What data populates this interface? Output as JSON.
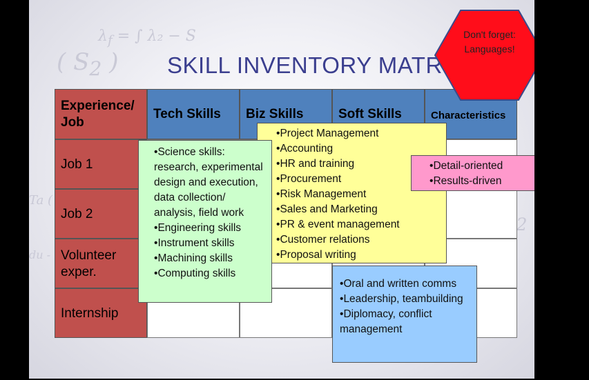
{
  "title": "SKILL INVENTORY MATRIX",
  "matrix": {
    "corner_header": "Experience/ Job",
    "column_headers": [
      "Tech Skills",
      "Biz Skills",
      "Soft Skills",
      "Characteristics"
    ],
    "row_labels": [
      "Job 1",
      "Job 2",
      "Volunteer exper.",
      "Internship"
    ]
  },
  "callouts": {
    "tech_skills": [
      "Science skills: research, experimental design and execution, data collection/ analysis, field work",
      "Engineering skills",
      "Instrument skills",
      "Machining skills",
      "Computing skills"
    ],
    "biz_skills": [
      "Project Management",
      "Accounting",
      "HR and training",
      "Procurement",
      "Risk Management",
      "Sales and Marketing",
      "PR & event management",
      "Customer relations",
      "Proposal writing"
    ],
    "characteristics": [
      "Detail-oriented",
      "Results-driven"
    ],
    "soft_skills": [
      "Oral and written comms",
      "Leadership, teambuilding",
      "Diplomacy, conflict management"
    ]
  },
  "reminder": {
    "text": "Don't forget:\nLanguages!"
  },
  "colors": {
    "header_blue": "#4f81bd",
    "row_red": "#c0504d",
    "tech_green": "#ccffcc",
    "biz_yellow": "#ffff99",
    "soft_blue": "#99ccff",
    "char_pink": "#ff99cc",
    "reminder_red": "#ff0d1a",
    "title": "#3b3f8f"
  }
}
